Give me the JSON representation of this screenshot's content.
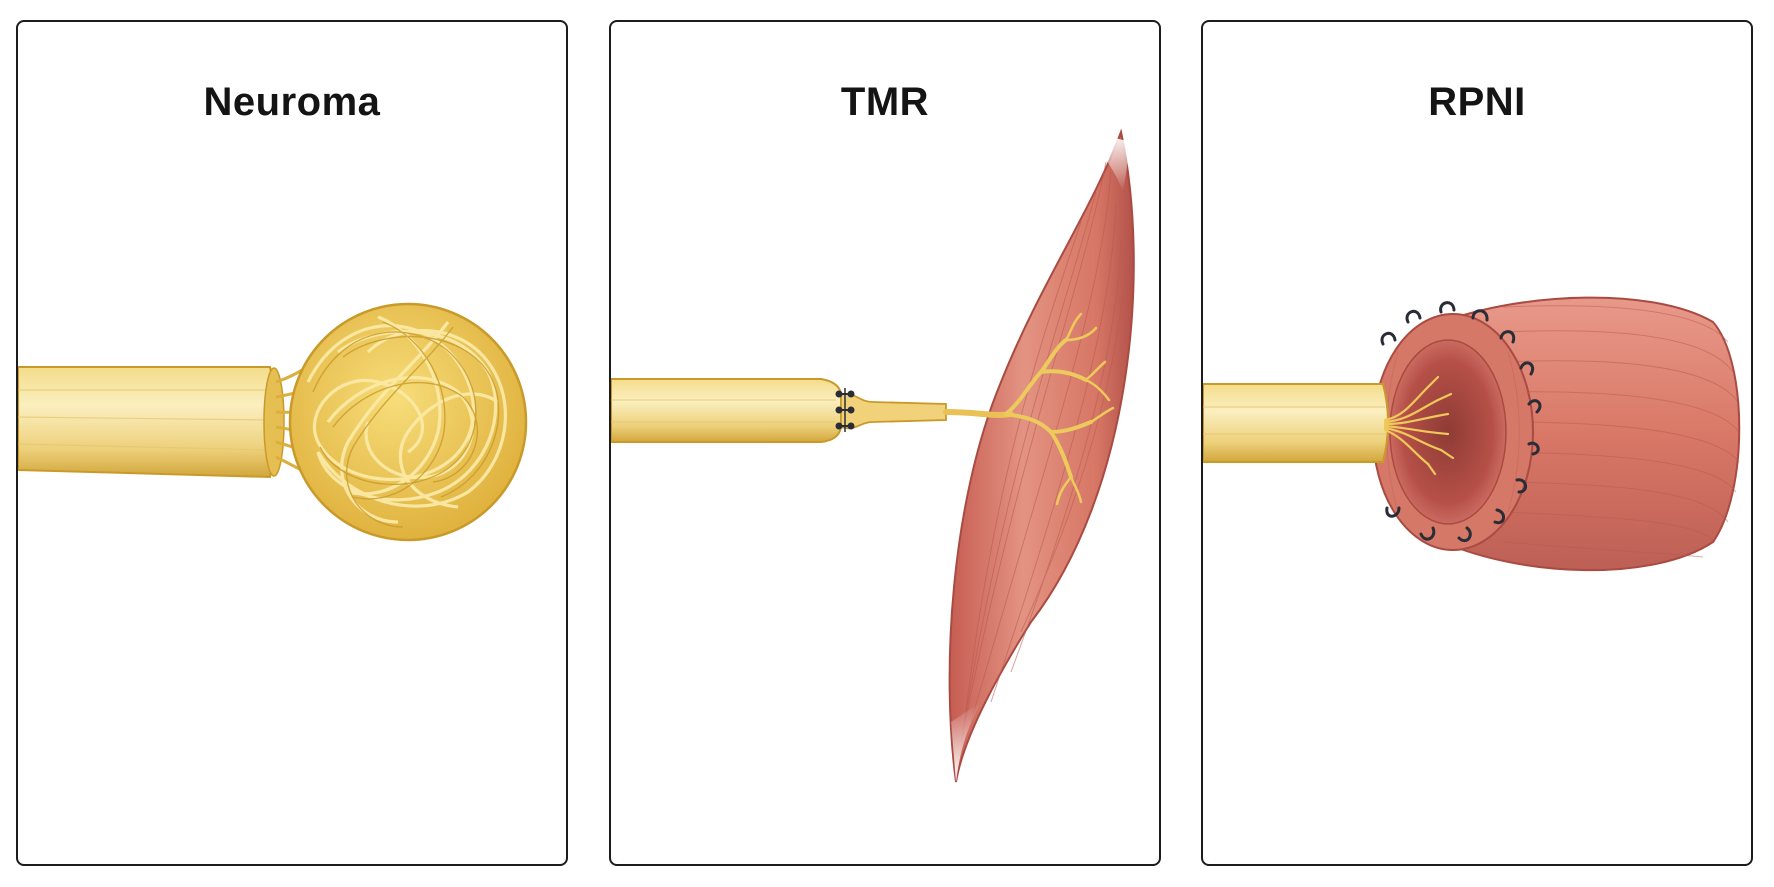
{
  "panels": [
    {
      "title": "Neuroma"
    },
    {
      "title": "TMR"
    },
    {
      "title": "RPNI"
    }
  ],
  "colors": {
    "nerve_light": "#f8e6a0",
    "nerve_mid": "#ecc75e",
    "nerve_dark": "#c99a2a",
    "muscle_light": "#e79a88",
    "muscle_mid": "#d47262",
    "muscle_dark": "#a94b42",
    "suture": "#2a2d36",
    "border": "#1c1c1c"
  }
}
